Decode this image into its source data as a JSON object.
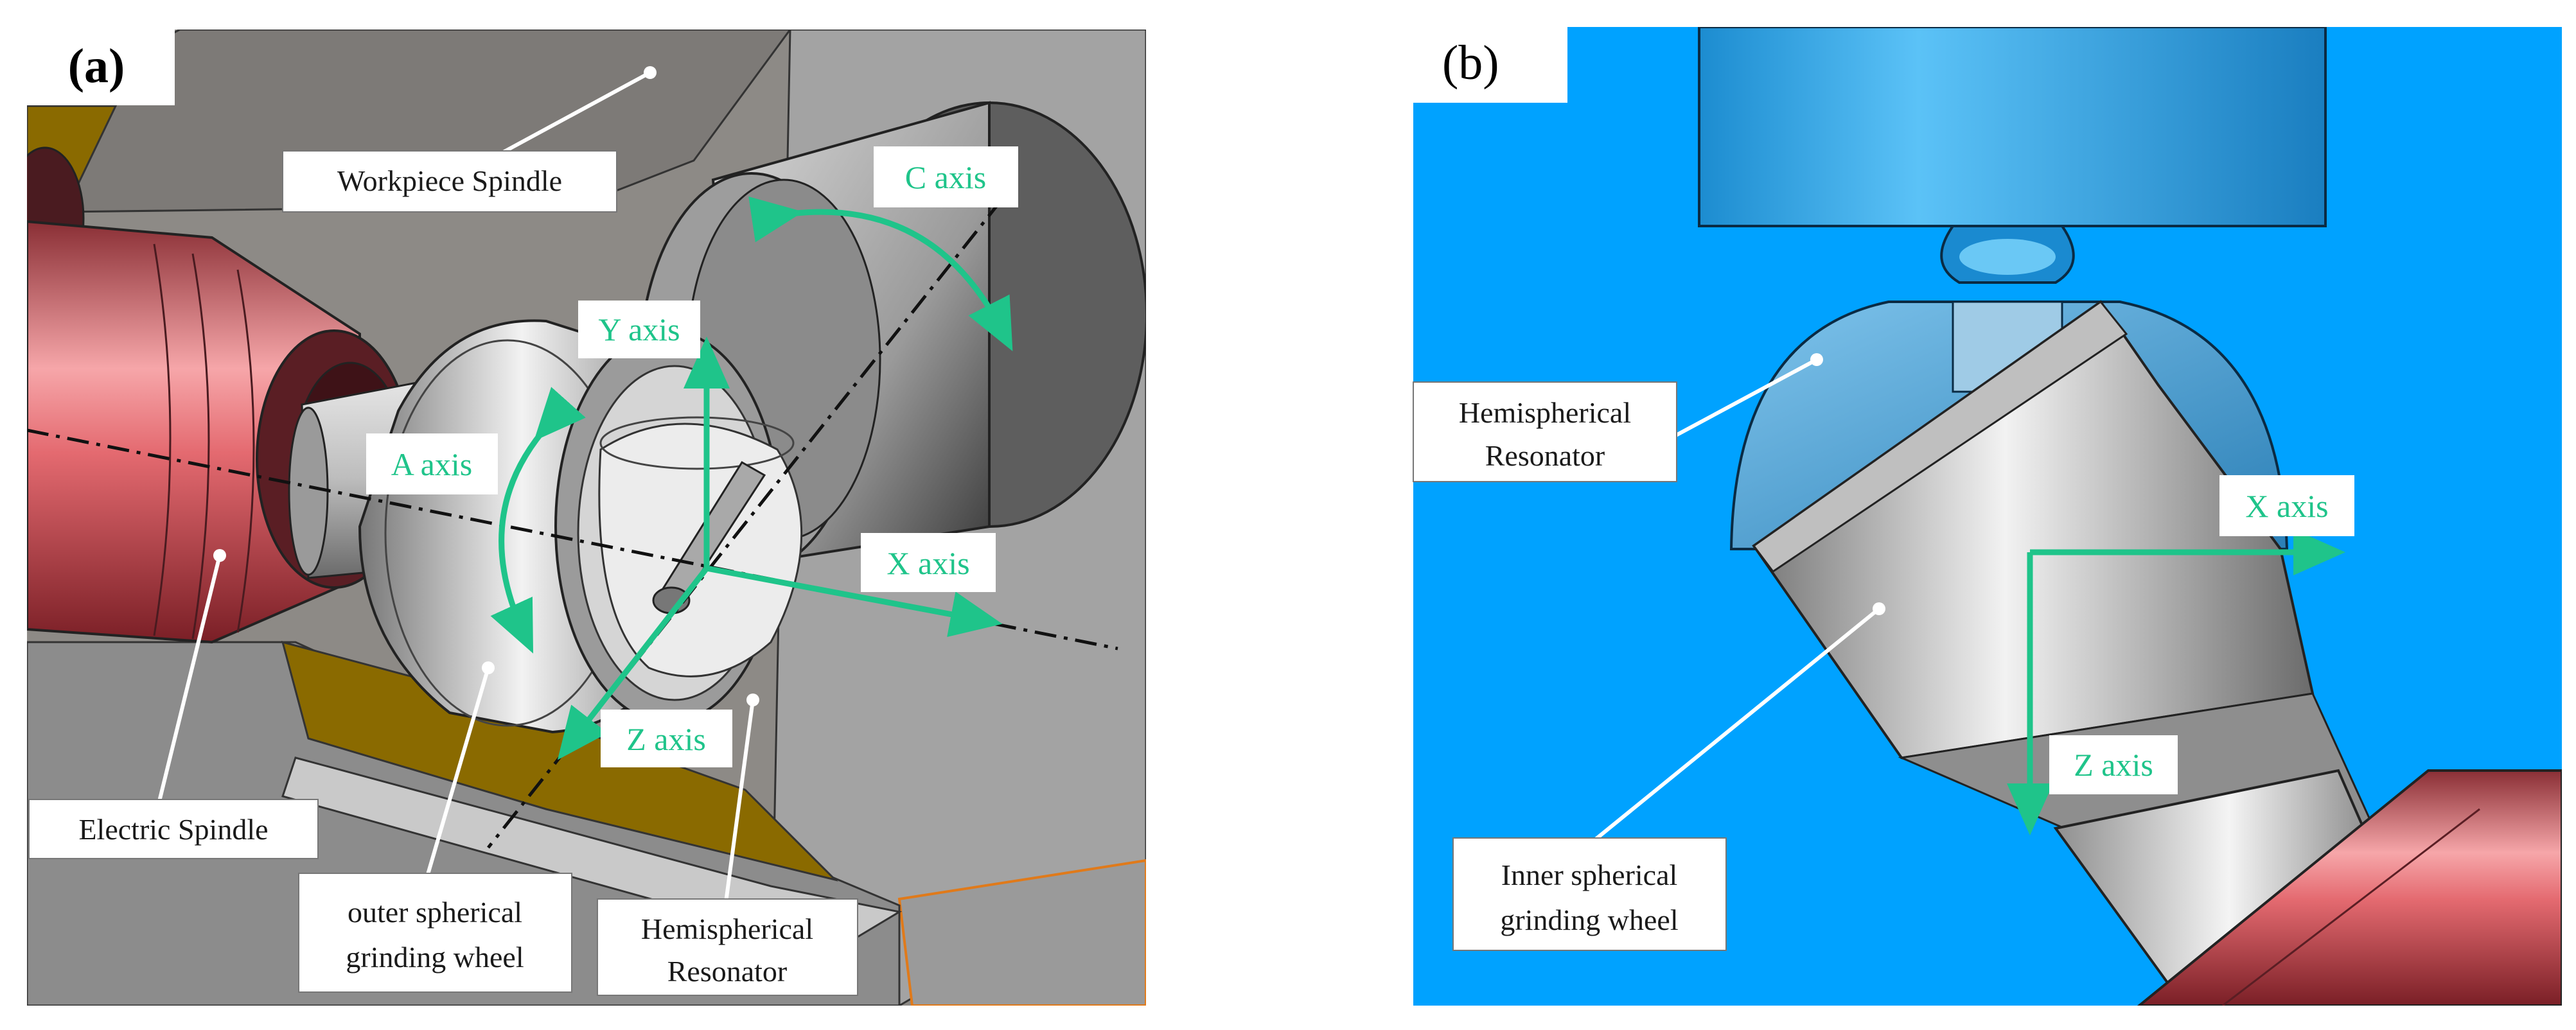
{
  "panel_a": {
    "tag": "(a)",
    "callouts": {
      "workpiece_spindle": "Workpiece Spindle",
      "electric_spindle": "Electric Spindle",
      "outer_wheel_line1": "outer spherical",
      "outer_wheel_line2": "grinding wheel",
      "resonator_line1": "Hemispherical",
      "resonator_line2": "Resonator"
    },
    "axes": {
      "c": "C axis",
      "y": "Y axis",
      "a": "A axis",
      "x": "X axis",
      "z": "Z axis"
    }
  },
  "panel_b": {
    "tag": "(b)",
    "callouts": {
      "resonator_line1": "Hemispherical",
      "resonator_line2": "Resonator",
      "inner_wheel_line1": "Inner spherical",
      "inner_wheel_line2": "grinding wheel"
    },
    "axes": {
      "x": "X axis",
      "z": "Z axis"
    }
  },
  "colors": {
    "axis_green": "#1fc48a",
    "background_blue": "#00a2ff",
    "spindle_red": "#e86a70",
    "metal_gray": "#b9b9b9",
    "gold": "#8a6a00"
  }
}
